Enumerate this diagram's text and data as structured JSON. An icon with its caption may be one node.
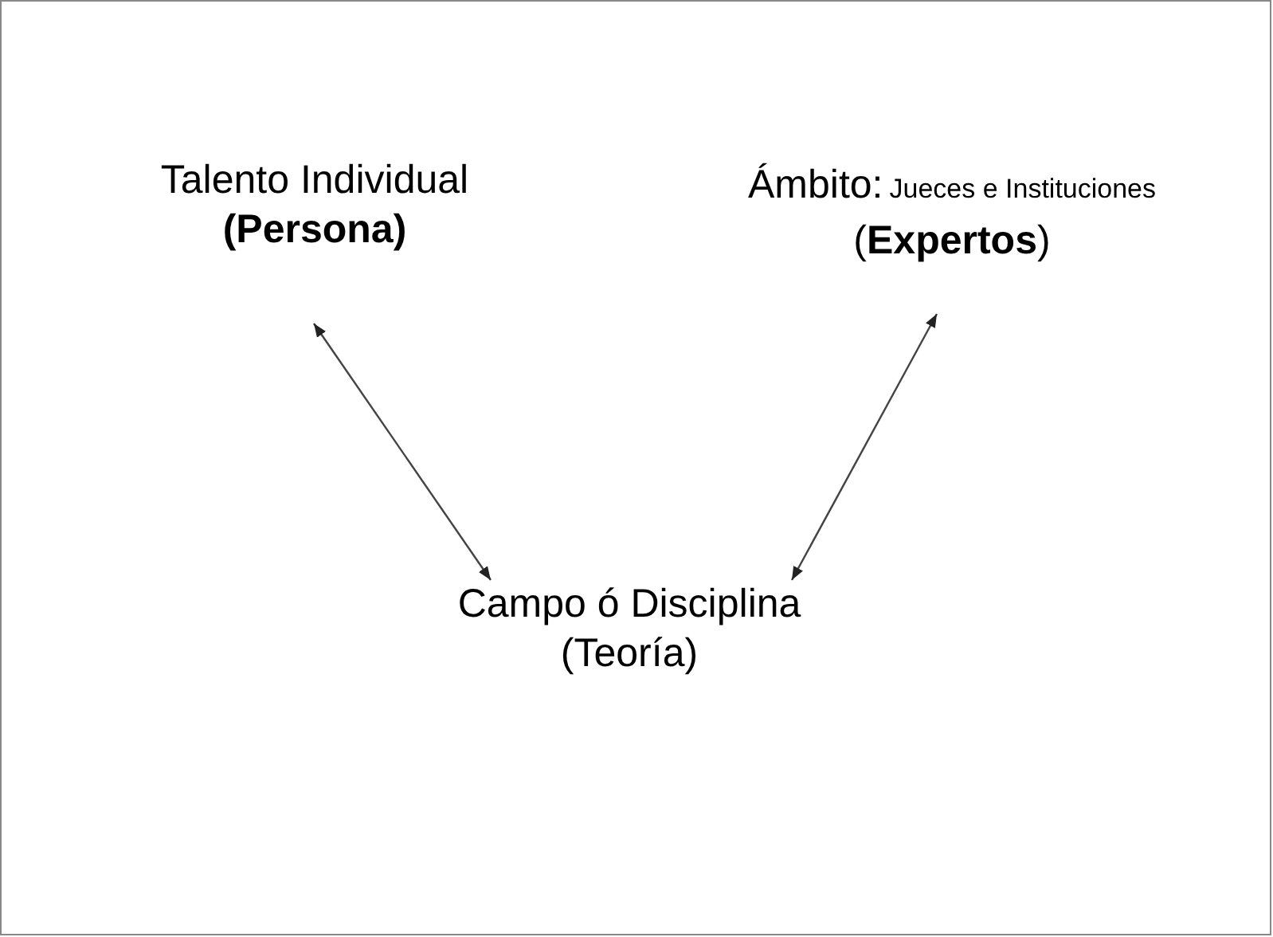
{
  "diagram": {
    "nodes": [
      {
        "text": [
          "Talento Individual",
          "(Persona)"
        ]
      },
      {
        "text": [
          "Ámbito:",
          "Jueces e Instituciones",
          "(**Expertos**)"
        ]
      },
      {
        "text": [
          "Campo ó Disciplina",
          "(Teoría)"
        ]
      }
    ],
    "edges": [
      {
        "from": 0,
        "to": 2,
        "arrow": "both"
      },
      {
        "from": 1,
        "to": 2,
        "arrow": "both"
      }
    ]
  }
}
